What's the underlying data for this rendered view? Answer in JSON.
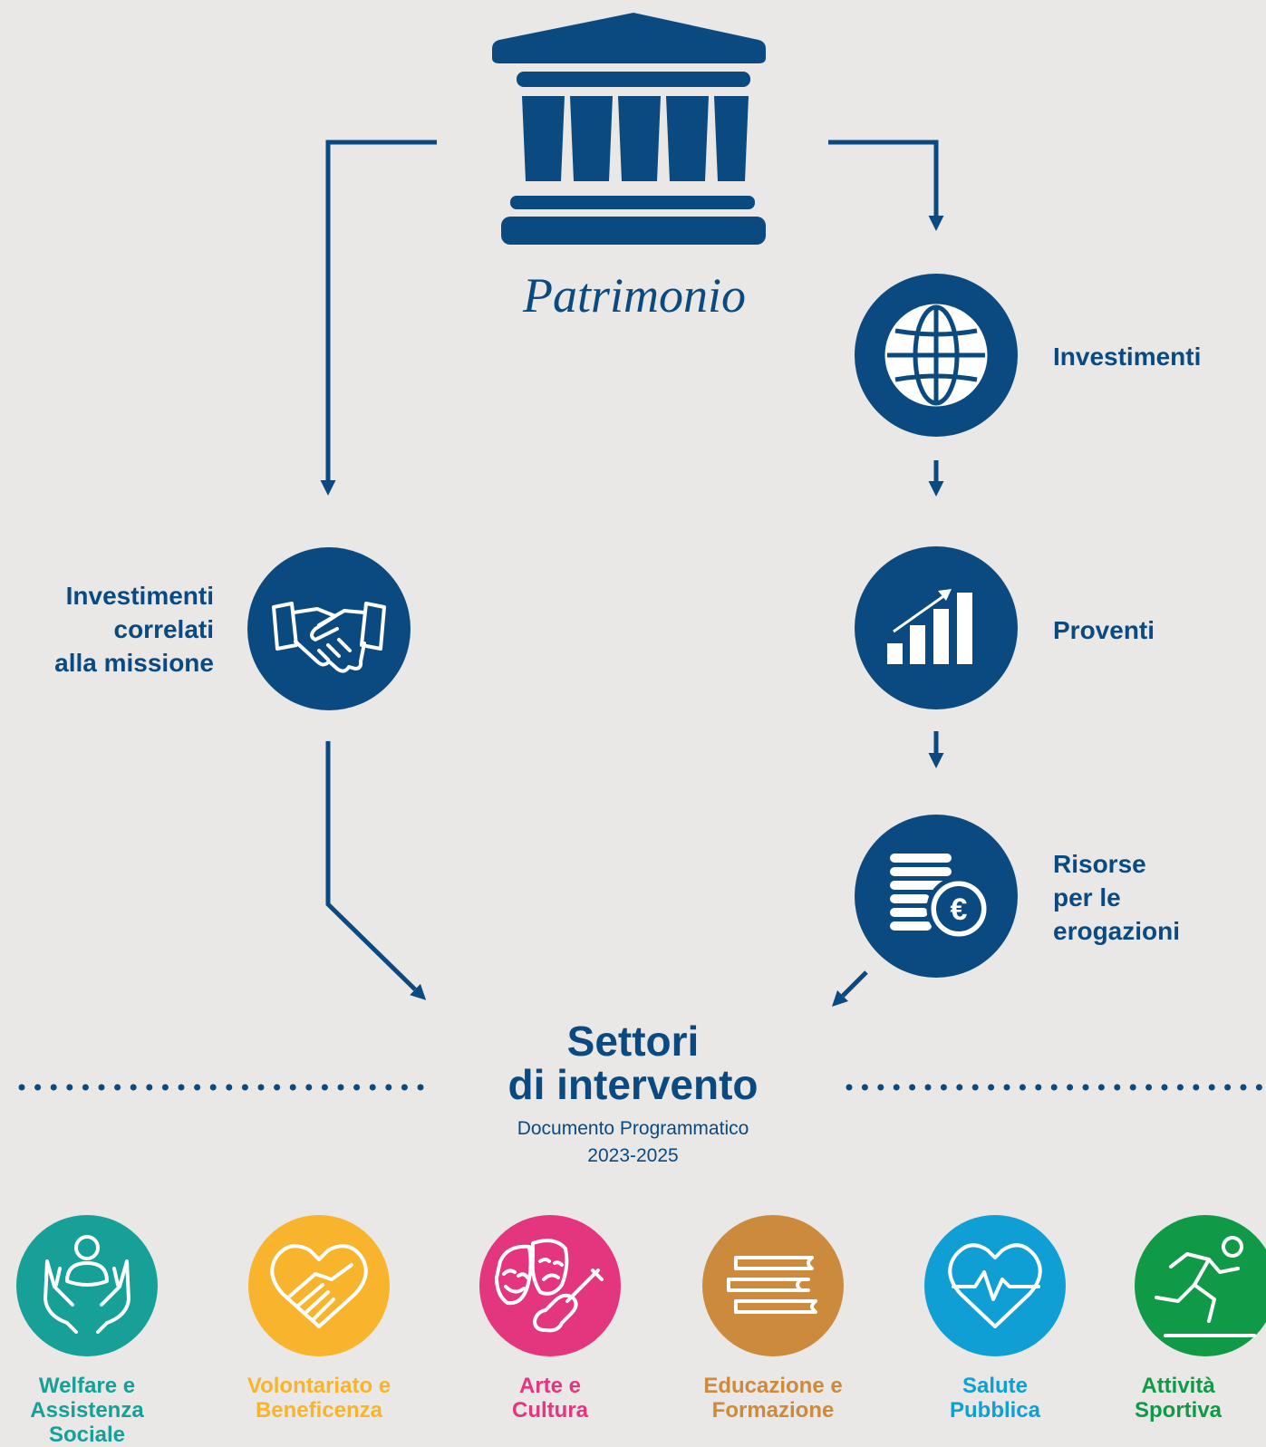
{
  "colors": {
    "navy": "#0B4A80",
    "background": "#EAE8E6",
    "welfare": "#16A098",
    "volontariato": "#F7B42C",
    "arte": "#E4357F",
    "educazione": "#CC8A3C",
    "salute": "#0F9FD5",
    "sport": "#109A48"
  },
  "patrimonio": {
    "label": "Patrimonio",
    "icon": "classical-building-icon"
  },
  "flow_right": [
    {
      "label": "Investimenti",
      "icon": "globe-icon"
    },
    {
      "label": "Proventi",
      "icon": "growth-bar-chart-icon"
    },
    {
      "lines": [
        "Risorse",
        "per le",
        "erogazioni"
      ],
      "icon": "euro-coins-icon"
    }
  ],
  "flow_left": {
    "lines": [
      "Investimenti",
      "correlati",
      "alla missione"
    ],
    "icon": "handshake-icon"
  },
  "settori": {
    "title_lines": [
      "Settori",
      "di intervento"
    ],
    "subtitle_lines": [
      "Documento Programmatico",
      "2023-2025"
    ]
  },
  "sectors": [
    {
      "lines": [
        "Welfare e",
        "Assistenza",
        "Sociale"
      ],
      "icon": "caring-hands-icon",
      "color": "#16A098"
    },
    {
      "lines": [
        "Volontariato e",
        "Beneficenza"
      ],
      "icon": "heart-hands-icon",
      "color": "#F7B42C"
    },
    {
      "lines": [
        "Arte e",
        "Cultura"
      ],
      "icon": "theater-masks-violin-icon",
      "color": "#E4357F"
    },
    {
      "lines": [
        "Educazione e",
        "Formazione"
      ],
      "icon": "stacked-books-icon",
      "color": "#CC8A3C"
    },
    {
      "lines": [
        "Salute",
        "Pubblica"
      ],
      "icon": "heartbeat-icon",
      "color": "#0F9FD5"
    },
    {
      "lines": [
        "Attività",
        "Sportiva"
      ],
      "icon": "runner-icon",
      "color": "#109A48"
    }
  ]
}
